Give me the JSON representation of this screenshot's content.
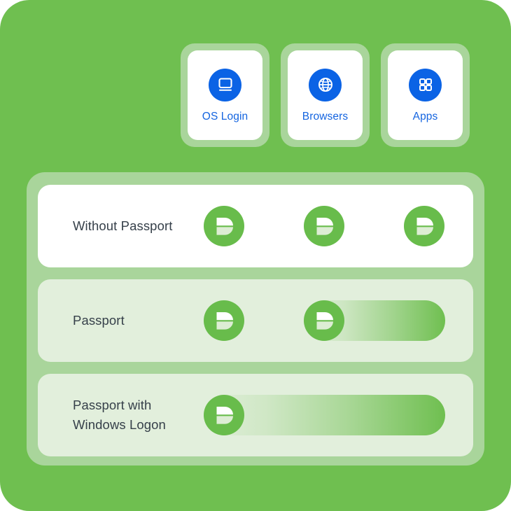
{
  "theme": {
    "canvas_green": "#6FBF50",
    "panel_green": "#A9D59B",
    "row_tint": "#E2EFDC",
    "row_light": "#FFFFFF",
    "accent_blue": "#0B63E5",
    "label_blue": "#1565E0",
    "text_dark": "#36404A",
    "badge_green": "#68BC4B"
  },
  "categories": [
    {
      "id": "os-login",
      "label": "OS Login",
      "icon": "monitor-icon"
    },
    {
      "id": "browsers",
      "label": "Browsers",
      "icon": "globe-icon"
    },
    {
      "id": "apps",
      "label": "Apps",
      "icon": "grid-icon"
    }
  ],
  "rows": [
    {
      "id": "without-passport",
      "label": "Without Passport",
      "style": "light",
      "badges": [
        "col1",
        "col2",
        "col3"
      ],
      "flow": null
    },
    {
      "id": "passport",
      "label": "Passport",
      "style": "tint",
      "badges": [
        "col1",
        "col2"
      ],
      "flow": "f2"
    },
    {
      "id": "passport-with-windows-logon",
      "label": "Passport with Windows Logon",
      "style": "tint",
      "badges": [
        "col1"
      ],
      "flow": "f3"
    }
  ]
}
